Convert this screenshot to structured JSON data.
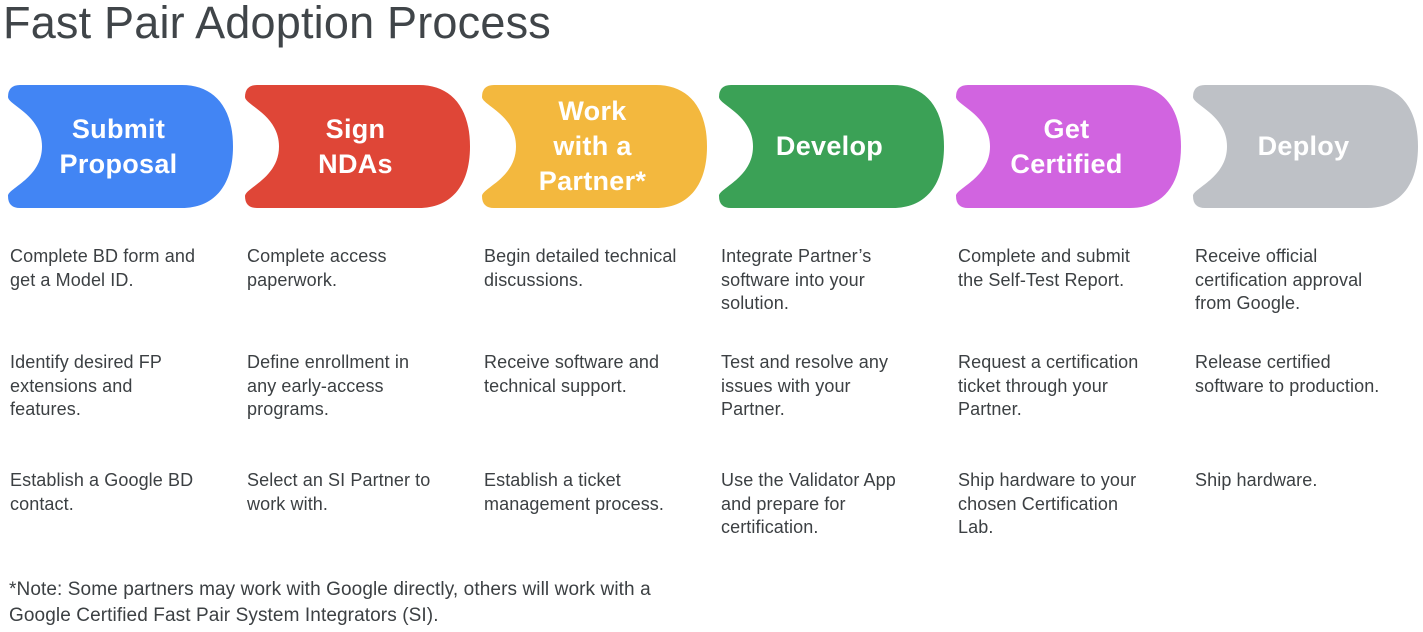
{
  "title": "Fast Pair Adoption Process",
  "steps": [
    {
      "label": "Submit\nProposal",
      "color": "#4285F4",
      "items": [
        "Complete BD form and get a Model ID.",
        "Identify desired FP extensions and features.",
        "Establish a Google BD contact."
      ]
    },
    {
      "label": "Sign\nNDAs",
      "color": "#DF4637",
      "items": [
        "Complete access paperwork.",
        "Define enrollment in any early-access programs.",
        "Select an SI Partner to work with."
      ]
    },
    {
      "label": "Work\nwith a\nPartner*",
      "color": "#F3B83E",
      "items": [
        "Begin detailed technical discussions.",
        "Receive software and technical support.",
        "Establish a ticket management process."
      ]
    },
    {
      "label": "Develop",
      "color": "#3BA156",
      "items": [
        "Integrate Partner’s software into your solution.",
        "Test and resolve any issues with your Partner.",
        "Use the Validator App and prepare for certification."
      ]
    },
    {
      "label": "Get\nCertified",
      "color": "#D164E0",
      "items": [
        "Complete and submit the Self-Test Report.",
        "Request a certification ticket through your Partner.",
        "Ship hardware to your chosen Certification Lab."
      ]
    },
    {
      "label": "Deploy",
      "color": "#BEC1C6",
      "items": [
        "Receive official certification approval from Google.",
        "Release certified software to production.",
        "Ship hardware."
      ]
    }
  ],
  "note": "*Note: Some partners may work with Google directly, others will work with a Google Certified Fast Pair System Integrators (SI)."
}
